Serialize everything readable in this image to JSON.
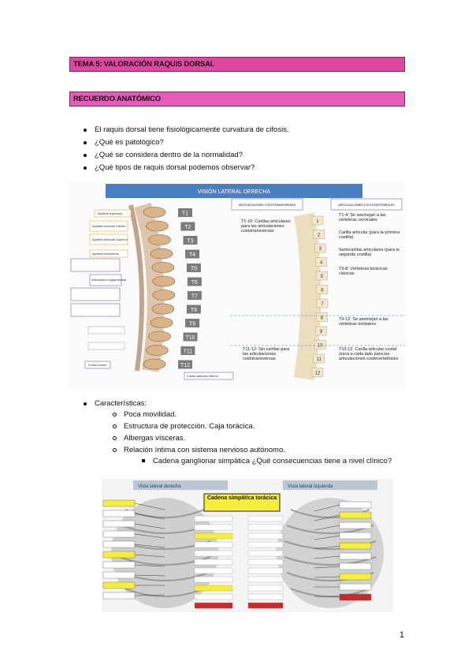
{
  "header": {
    "title": "TEMA 5: VALORACIÓN RAQUIS DORSAL"
  },
  "section": {
    "title": "RECUERDO ANATÓMICO"
  },
  "intro_bullets": [
    "El raquis dorsal tiene fisiológicamente curvatura de cifosis.",
    "¿Qué es patológico?",
    "¿Qué se considera dentro de la normalidad?",
    "¿Qué tipos de raquis dorsal podemos observar?"
  ],
  "figure1": {
    "banner": "VISIÓN LATERAL DERECHA",
    "left_labels": [
      "Apófisis espinosa",
      "Apófisis articular inferior",
      "Apófisis articular superior",
      "Apófisis transversa",
      "Articulación cigapofisaria",
      "Fosita costal",
      "Carilla articular inferior"
    ],
    "vertebrae": [
      "T1",
      "T2",
      "T3",
      "T4",
      "T5",
      "T6",
      "T7",
      "T8",
      "T9",
      "T10",
      "T11",
      "T12"
    ],
    "box_left": "ARTICULACIONES COSTOTRANSVERSAS",
    "box_right": "ARTICULACIONES COSTOVERTEBRALES",
    "note_t1_10": "T1-10: Carillas articulares para las articulaciones costotransversas",
    "note_t11_12": "T11-12: Sin carillas para las articulaciones costotransversas",
    "note_t1_4": "T1-4: Se asemejan a las vértebras cervicales",
    "note_carilla": "Carilla articular (para la primera costilla)",
    "note_semicarillas": "Semicarillas articulares (para la segunda costilla)",
    "note_t5_8": "T5-8: Vértebras torácicas clásicas",
    "note_t9_12": "T9-12: Se asemejan a las vértebras lumbares",
    "note_t10_12": "T10-12: Carilla articular costal única a cada lado para las articulaciones costovertebrales",
    "numbers": [
      "1",
      "2",
      "3",
      "4",
      "5",
      "6",
      "7",
      "8",
      "9",
      "10",
      "11",
      "12"
    ]
  },
  "characteristics": {
    "label": "Características:",
    "items": [
      "Poca movilidad.",
      "Estructura de protección. Caja torácica.",
      "Albergas vísceras.",
      "Relación íntima con sistema nervioso autónomo."
    ],
    "subitem": "Cadena ganglionar simpática ¿Qué consecuencias tiene a nivel clínico?"
  },
  "figure2": {
    "left_title": "Vista lateral derecha",
    "right_title": "Vista lateral izquierda",
    "center_title": "Cadena simpática torácica"
  },
  "page_number": "1"
}
